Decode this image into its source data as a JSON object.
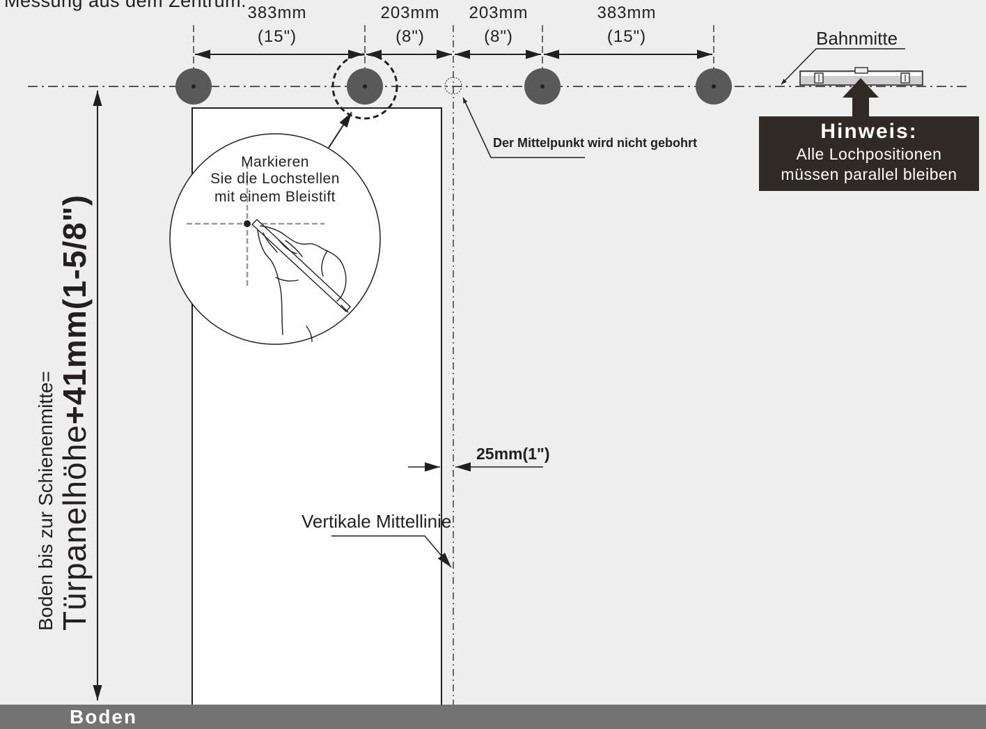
{
  "header_text": "Messung aus dem Zentrum.",
  "dimensions": [
    {
      "mm": "383mm",
      "inch": "(15\")"
    },
    {
      "mm": "203mm",
      "inch": "(8\")"
    },
    {
      "mm": "203mm",
      "inch": "(8\")"
    },
    {
      "mm": "383mm",
      "inch": "(15\")"
    }
  ],
  "track_center_label": "Bahnmitte",
  "note": {
    "title": "Hinweis:",
    "line1": "Alle Lochpositionen",
    "line2": "müssen parallel bleiben"
  },
  "center_not_drilled": "Der Mittelpunkt wird nicht gebohrt",
  "mark_instruction": {
    "line1": "Markieren",
    "line2": "Sie die Lochstellen",
    "line3": "mit einem Bleistift"
  },
  "offset_label": "25mm(1\")",
  "vertical_centerline_label": "Vertikale Mittellinie",
  "height_formula": {
    "line1": "Boden bis zur Schienenmitte=",
    "line2_regular": "Türpanelhöhe",
    "line2_bold": "+41mm(1-5/8\")"
  },
  "floor_label": "Boden",
  "colors": {
    "background": "#eeeeee",
    "hole_fill": "#595959",
    "note_box": "#312925",
    "floor": "#737373",
    "line": "#231f20"
  }
}
